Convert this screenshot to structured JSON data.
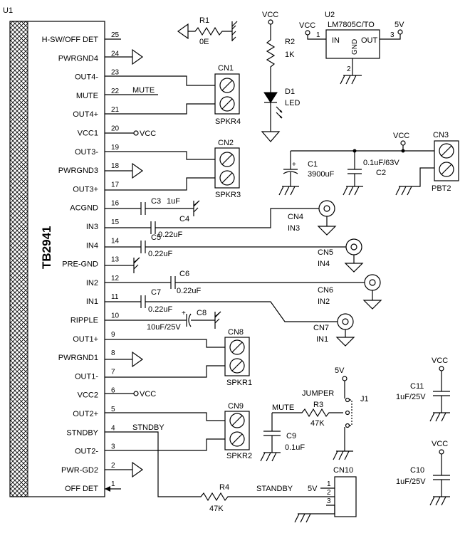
{
  "u1": {
    "ref": "U1",
    "part": "TB2941",
    "pins": [
      {
        "num": "25",
        "name": "H-SW/OFF DET"
      },
      {
        "num": "24",
        "name": "PWRGND4"
      },
      {
        "num": "23",
        "name": "OUT4-"
      },
      {
        "num": "22",
        "name": "MUTE"
      },
      {
        "num": "21",
        "name": "OUT4+"
      },
      {
        "num": "20",
        "name": "VCC1"
      },
      {
        "num": "19",
        "name": "OUT3-"
      },
      {
        "num": "18",
        "name": "PWRGND3"
      },
      {
        "num": "17",
        "name": "OUT3+"
      },
      {
        "num": "16",
        "name": "ACGND"
      },
      {
        "num": "15",
        "name": "IN3"
      },
      {
        "num": "14",
        "name": "IN4"
      },
      {
        "num": "13",
        "name": "PRE-GND"
      },
      {
        "num": "12",
        "name": "IN2"
      },
      {
        "num": "11",
        "name": "IN1"
      },
      {
        "num": "10",
        "name": "RIPPLE"
      },
      {
        "num": "9",
        "name": "OUT1+"
      },
      {
        "num": "8",
        "name": "PWRGND1"
      },
      {
        "num": "7",
        "name": "OUT1-"
      },
      {
        "num": "6",
        "name": "VCC2"
      },
      {
        "num": "5",
        "name": "OUT2+"
      },
      {
        "num": "4",
        "name": "STNDBY"
      },
      {
        "num": "3",
        "name": "OUT2-"
      },
      {
        "num": "2",
        "name": "PWR-GD2"
      },
      {
        "num": "1",
        "name": "OFF DET"
      }
    ]
  },
  "nets": {
    "mute": "MUTE",
    "stndby": "STNDBY",
    "standby": "STANDBY",
    "vcc": "VCC",
    "v5": "5V"
  },
  "resistors": {
    "r1": {
      "ref": "R1",
      "value": "0E"
    },
    "r2": {
      "ref": "R2",
      "value": "1K"
    },
    "r3": {
      "ref": "R3",
      "value": "47K"
    },
    "r4": {
      "ref": "R4",
      "value": "47K"
    }
  },
  "diode": {
    "ref": "D1",
    "value": "LED"
  },
  "regulator": {
    "ref": "U2",
    "part": "LM7805C/TO",
    "in": "IN",
    "out": "OUT",
    "gnd": "GND",
    "pin1": "1",
    "pin2": "2",
    "pin3": "3"
  },
  "capacitors": {
    "c1": {
      "ref": "C1",
      "value": "3900uF"
    },
    "c2": {
      "ref": "C2",
      "value": "0.1uF/63V"
    },
    "c3": {
      "ref": "C3",
      "value": "1uF"
    },
    "c4": {
      "ref": "C4",
      "value": "0.22uF"
    },
    "c5": {
      "ref": "C5",
      "value": "0.22uF"
    },
    "c6": {
      "ref": "C6",
      "value": "0.22uF"
    },
    "c7": {
      "ref": "C7",
      "value": "0.22uF"
    },
    "c8": {
      "ref": "C8",
      "value": "10uF/25V"
    },
    "c9": {
      "ref": "C9",
      "value": "0.1uF"
    },
    "c10": {
      "ref": "C10",
      "value": "1uF/25V"
    },
    "c11": {
      "ref": "C11",
      "value": "1uF/25V"
    }
  },
  "connectors": {
    "cn1": {
      "ref": "CN1",
      "label": "SPKR4"
    },
    "cn2": {
      "ref": "CN2",
      "label": "SPKR3"
    },
    "cn3": {
      "ref": "CN3",
      "label": "PBT2"
    },
    "cn4": {
      "ref": "CN4",
      "label": "IN3"
    },
    "cn5": {
      "ref": "CN5",
      "label": "IN4"
    },
    "cn6": {
      "ref": "CN6",
      "label": "IN2"
    },
    "cn7": {
      "ref": "CN7",
      "label": "IN1"
    },
    "cn8": {
      "ref": "CN8",
      "label": "SPKR1"
    },
    "cn9": {
      "ref": "CN9",
      "label": "SPKR2"
    },
    "cn10": {
      "ref": "CN10",
      "pins": [
        "1",
        "2",
        "3"
      ]
    }
  },
  "jumper": {
    "ref": "J1",
    "label": "JUMPER"
  },
  "plus": "+"
}
